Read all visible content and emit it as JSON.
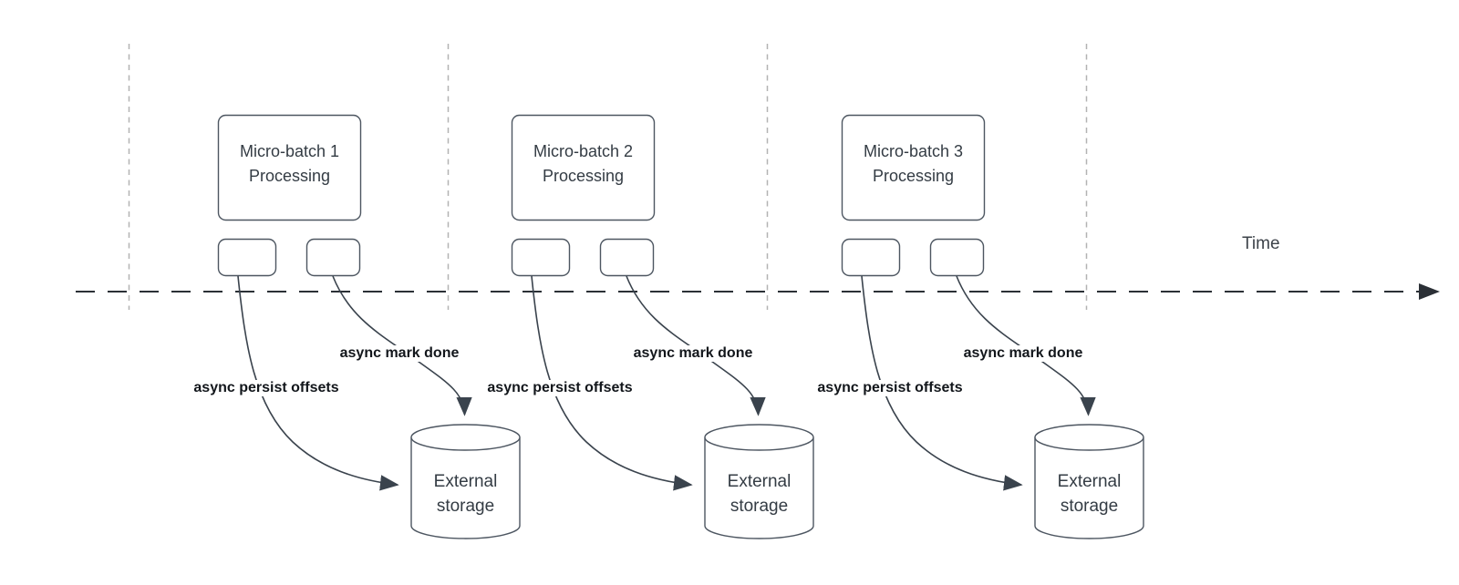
{
  "diagram": {
    "time_axis_label": "Time",
    "batches": [
      {
        "processing_label": "Micro-batch 1 Processing",
        "persist_label": "async persist offsets",
        "mark_done_label": "async mark done",
        "storage_label": "External storage"
      },
      {
        "processing_label": "Micro-batch 2 Processing",
        "persist_label": "async persist offsets",
        "mark_done_label": "async mark done",
        "storage_label": "External storage"
      },
      {
        "processing_label": "Micro-batch 3 Processing",
        "persist_label": "async persist offsets",
        "mark_done_label": "async mark done",
        "storage_label": "External storage"
      }
    ],
    "colors": {
      "shape_stroke": "#4d5661",
      "curve_stroke": "#3a434d",
      "timeline_stroke": "#2b3036",
      "gridline_stroke": "#b3b3b3",
      "edge_label_text": "#12161b",
      "shape_text": "#343c44"
    }
  }
}
